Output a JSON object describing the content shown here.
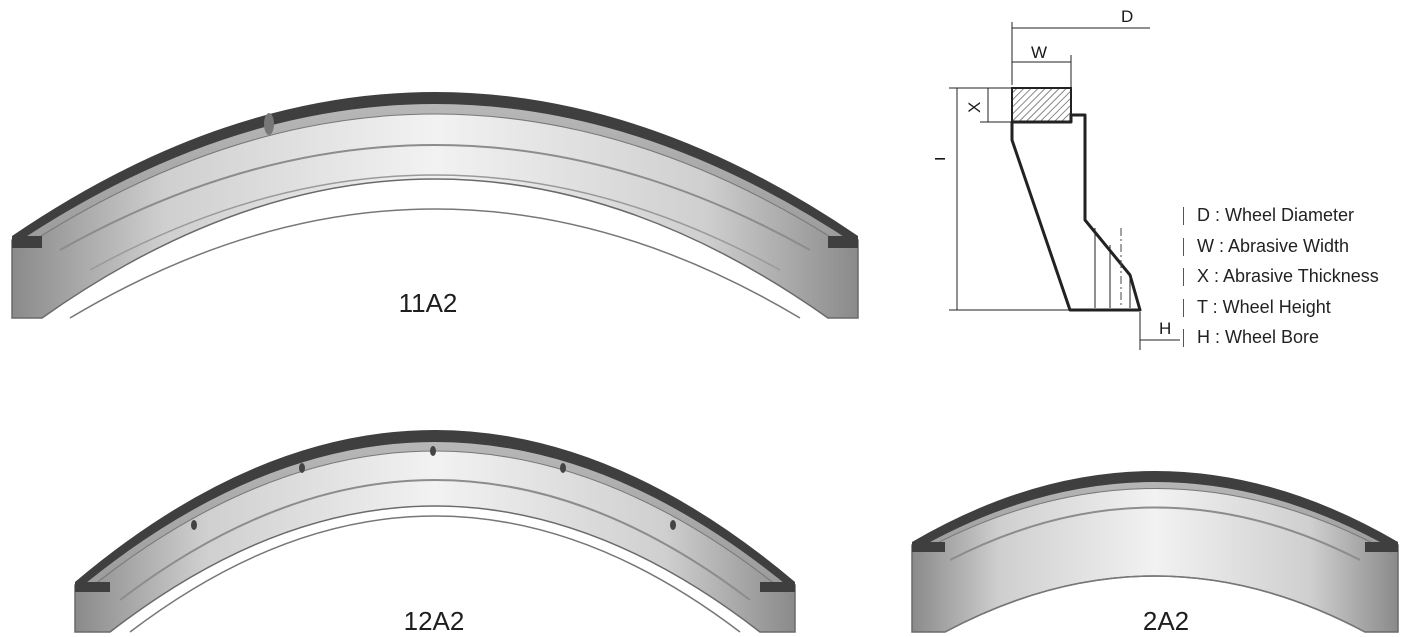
{
  "products": [
    {
      "code": "11A2"
    },
    {
      "code": "12A2"
    },
    {
      "code": "2A2"
    }
  ],
  "diagram": {
    "dim_d": "D",
    "dim_w": "W",
    "dim_x": "X",
    "dim_t": "T",
    "dim_h": "H"
  },
  "legend": [
    {
      "text": "D : Wheel Diameter"
    },
    {
      "text": "W : Abrasive Width"
    },
    {
      "text": "X : Abrasive Thickness"
    },
    {
      "text": "T : Wheel Height"
    },
    {
      "text": "H : Wheel Bore"
    }
  ]
}
